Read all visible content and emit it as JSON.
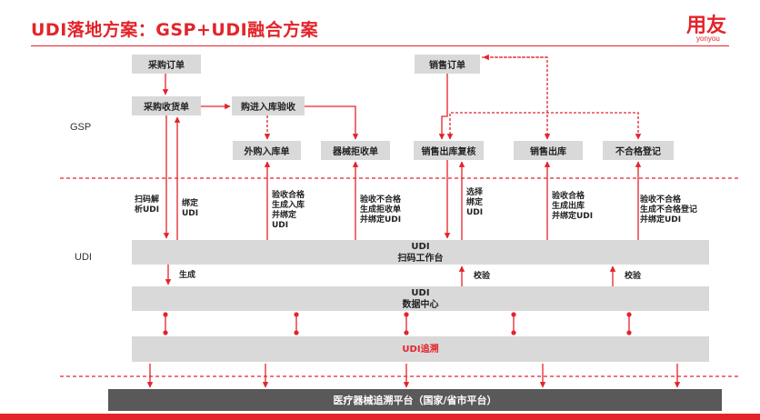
{
  "title": "UDI落地方案：GSP+UDI融合方案",
  "logo": {
    "name": "用友",
    "sub": "yonyou"
  },
  "sections": {
    "gsp": "GSP",
    "udi": "UDI"
  },
  "boxes": {
    "purchase_order": "采购订单",
    "purchase_receipt": "采购收货单",
    "inbound_inspect": "购进入库验收",
    "outsource_inbound": "外购入库单",
    "device_reject": "器械拒收单",
    "sales_order": "销售订单",
    "sales_recheck": "销售出库复核",
    "sales_outbound": "销售出库",
    "nonconform_reg": "不合格登记"
  },
  "bands": {
    "scan_1": "UDI",
    "scan_2": "扫码工作台",
    "data_1": "UDI",
    "data_2": "数据中心",
    "trace": "UDI追溯"
  },
  "bottom_bar": "医疗器械追溯平台（国家/省市平台）",
  "annotations": {
    "scan_parse": [
      "扫码解",
      "析UDI"
    ],
    "bind_udi": [
      "绑定",
      "UDI"
    ],
    "inbound_ok": [
      "验收合格",
      "生成入库",
      "并绑定",
      "UDI"
    ],
    "reject_bind": [
      "验收不合格",
      "生成拒收单",
      "并绑定UDI"
    ],
    "select_bind": [
      "选择",
      "绑定",
      "UDI"
    ],
    "outbound_ok": [
      "验收合格",
      "生成出库",
      "并绑定UDI"
    ],
    "nonconform_bind": [
      "验收不合格",
      "生成不合格登记",
      "并绑定UDI"
    ],
    "generate": "生成",
    "verify_1": "校验",
    "verify_2": "校验"
  },
  "colors": {
    "accent": "#e3242b",
    "box": "#d9d9d9",
    "bar": "#595959"
  }
}
